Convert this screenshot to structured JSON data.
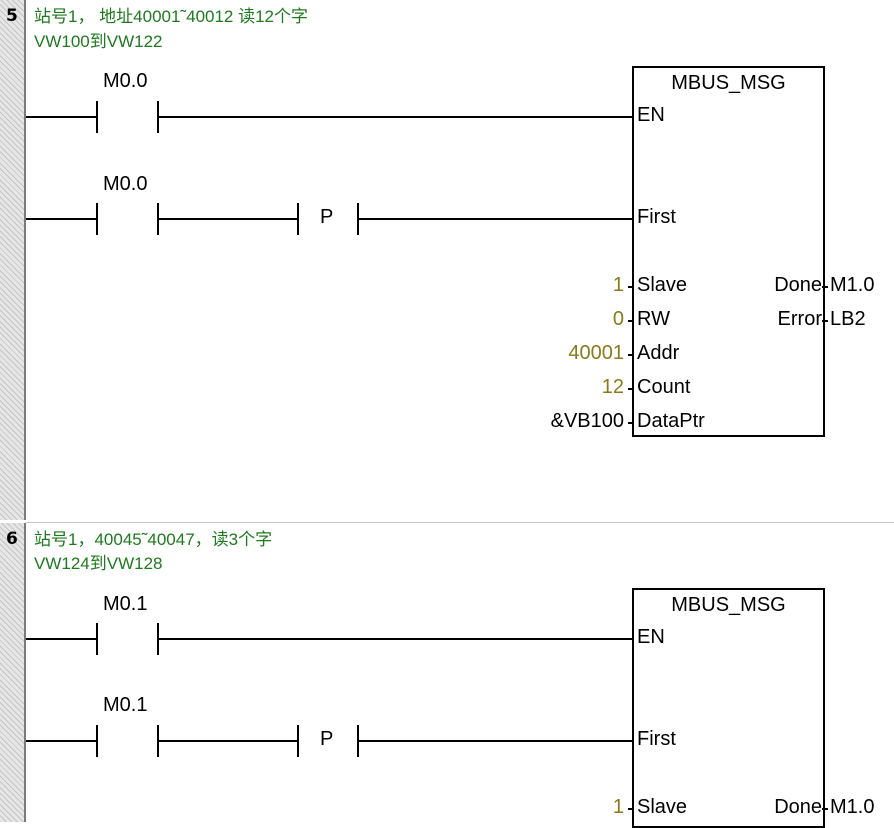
{
  "networks": [
    {
      "number": "5",
      "comment_line1": "站号1， 地址40001˜40012 读12个字",
      "comment_line2": "VW100到VW122",
      "rung1_contact": "M0.0",
      "rung2_contact": "M0.0",
      "rung2_edge": "P",
      "block": {
        "title": "MBUS_MSG",
        "en": "EN",
        "first": "First",
        "slave_pin": "Slave",
        "rw_pin": "RW",
        "addr_pin": "Addr",
        "count_pin": "Count",
        "dataptr_pin": "DataPtr",
        "done_pin": "Done",
        "error_pin": "Error",
        "slave_val": "1",
        "rw_val": "0",
        "addr_val": "40001",
        "count_val": "12",
        "dataptr_val": "&VB100",
        "done_out": "M1.0",
        "error_out": "LB2"
      }
    },
    {
      "number": "6",
      "comment_line1": "站号1，40045˜40047，读3个字",
      "comment_line2": "VW124到VW128",
      "rung1_contact": "M0.1",
      "rung2_contact": "M0.1",
      "rung2_edge": "P",
      "block": {
        "title": "MBUS_MSG",
        "en": "EN",
        "first": "First",
        "slave_pin": "Slave",
        "done_pin": "Done",
        "slave_val": "1",
        "done_out": "M1.0"
      }
    }
  ],
  "colors": {
    "comment": "#1f7a1f",
    "constant": "#8a7a1a",
    "wire": "#000000"
  }
}
